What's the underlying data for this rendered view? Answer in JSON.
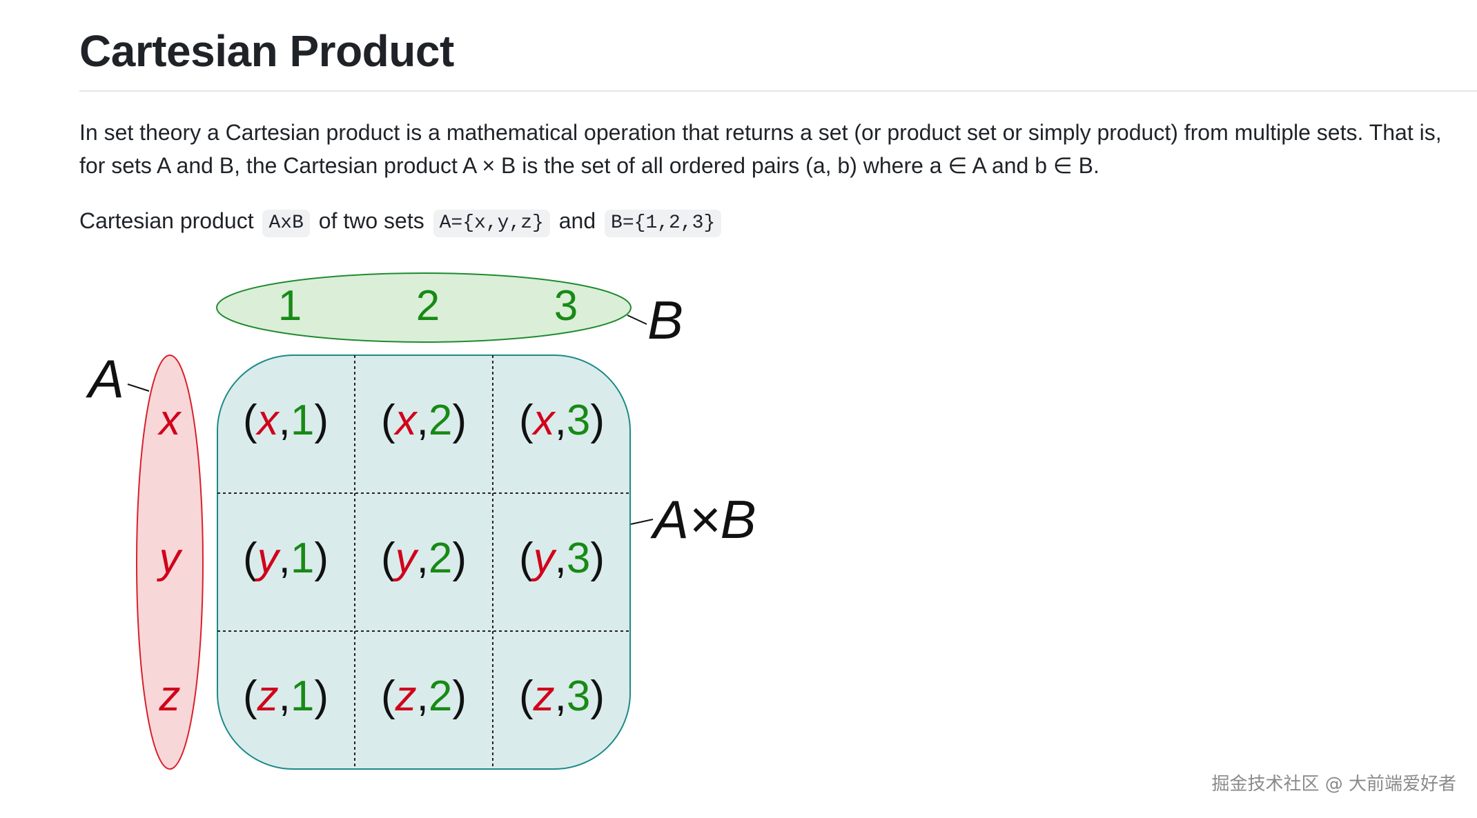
{
  "document": {
    "title": "Cartesian Product",
    "paragraph": "In set theory a Cartesian product is a mathematical operation that returns a set (or product set or simply product) from multiple sets. That is, for sets A and B, the Cartesian product A × B is the set of all ordered pairs (a, b) where a ∈ A and b ∈ B.",
    "line2": {
      "before": "Cartesian product",
      "code1": "AxB",
      "mid1": "of two sets",
      "code2": "A={x,y,z}",
      "mid2": "and",
      "code3": "B={1,2,3}"
    }
  },
  "diagram": {
    "set_a_label": "A",
    "set_b_label": "B",
    "product_label": "A×B",
    "set_a_elements": [
      "x",
      "y",
      "z"
    ],
    "set_b_elements": [
      "1",
      "2",
      "3"
    ],
    "colors": {
      "a_stroke": "#d8202a",
      "a_fill": "#f8d7d9",
      "a_text": "#d0021b",
      "b_stroke": "#1e8b2e",
      "b_fill": "#dbeed8",
      "b_text": "#178a16",
      "grid_stroke": "#1a8a87",
      "grid_fill": "#daebeb",
      "ink": "#111111"
    }
  },
  "watermark": "掘金技术社区 @ 大前端爱好者"
}
